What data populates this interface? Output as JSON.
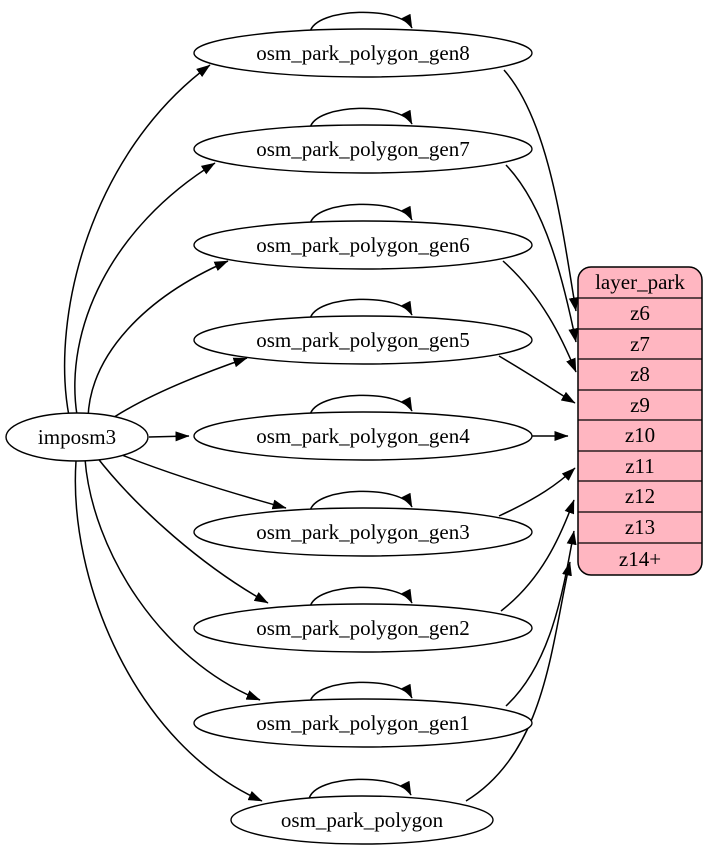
{
  "diagram": {
    "imposm_node": {
      "label": "imposm3"
    },
    "table_nodes": [
      {
        "label": "osm_park_polygon_gen8"
      },
      {
        "label": "osm_park_polygon_gen7"
      },
      {
        "label": "osm_park_polygon_gen6"
      },
      {
        "label": "osm_park_polygon_gen5"
      },
      {
        "label": "osm_park_polygon_gen4"
      },
      {
        "label": "osm_park_polygon_gen3"
      },
      {
        "label": "osm_park_polygon_gen2"
      },
      {
        "label": "osm_park_polygon_gen1"
      },
      {
        "label": "osm_park_polygon"
      }
    ],
    "layer_table": {
      "header": "layer_park",
      "rows": [
        "z6",
        "z7",
        "z8",
        "z9",
        "z10",
        "z11",
        "z12",
        "z13",
        "z14+"
      ],
      "fill": "#ffb6c1",
      "stroke": "#000000"
    },
    "colors": {
      "edge": "#000000",
      "node_fill": "#ffffff",
      "background": "#ffffff"
    }
  }
}
